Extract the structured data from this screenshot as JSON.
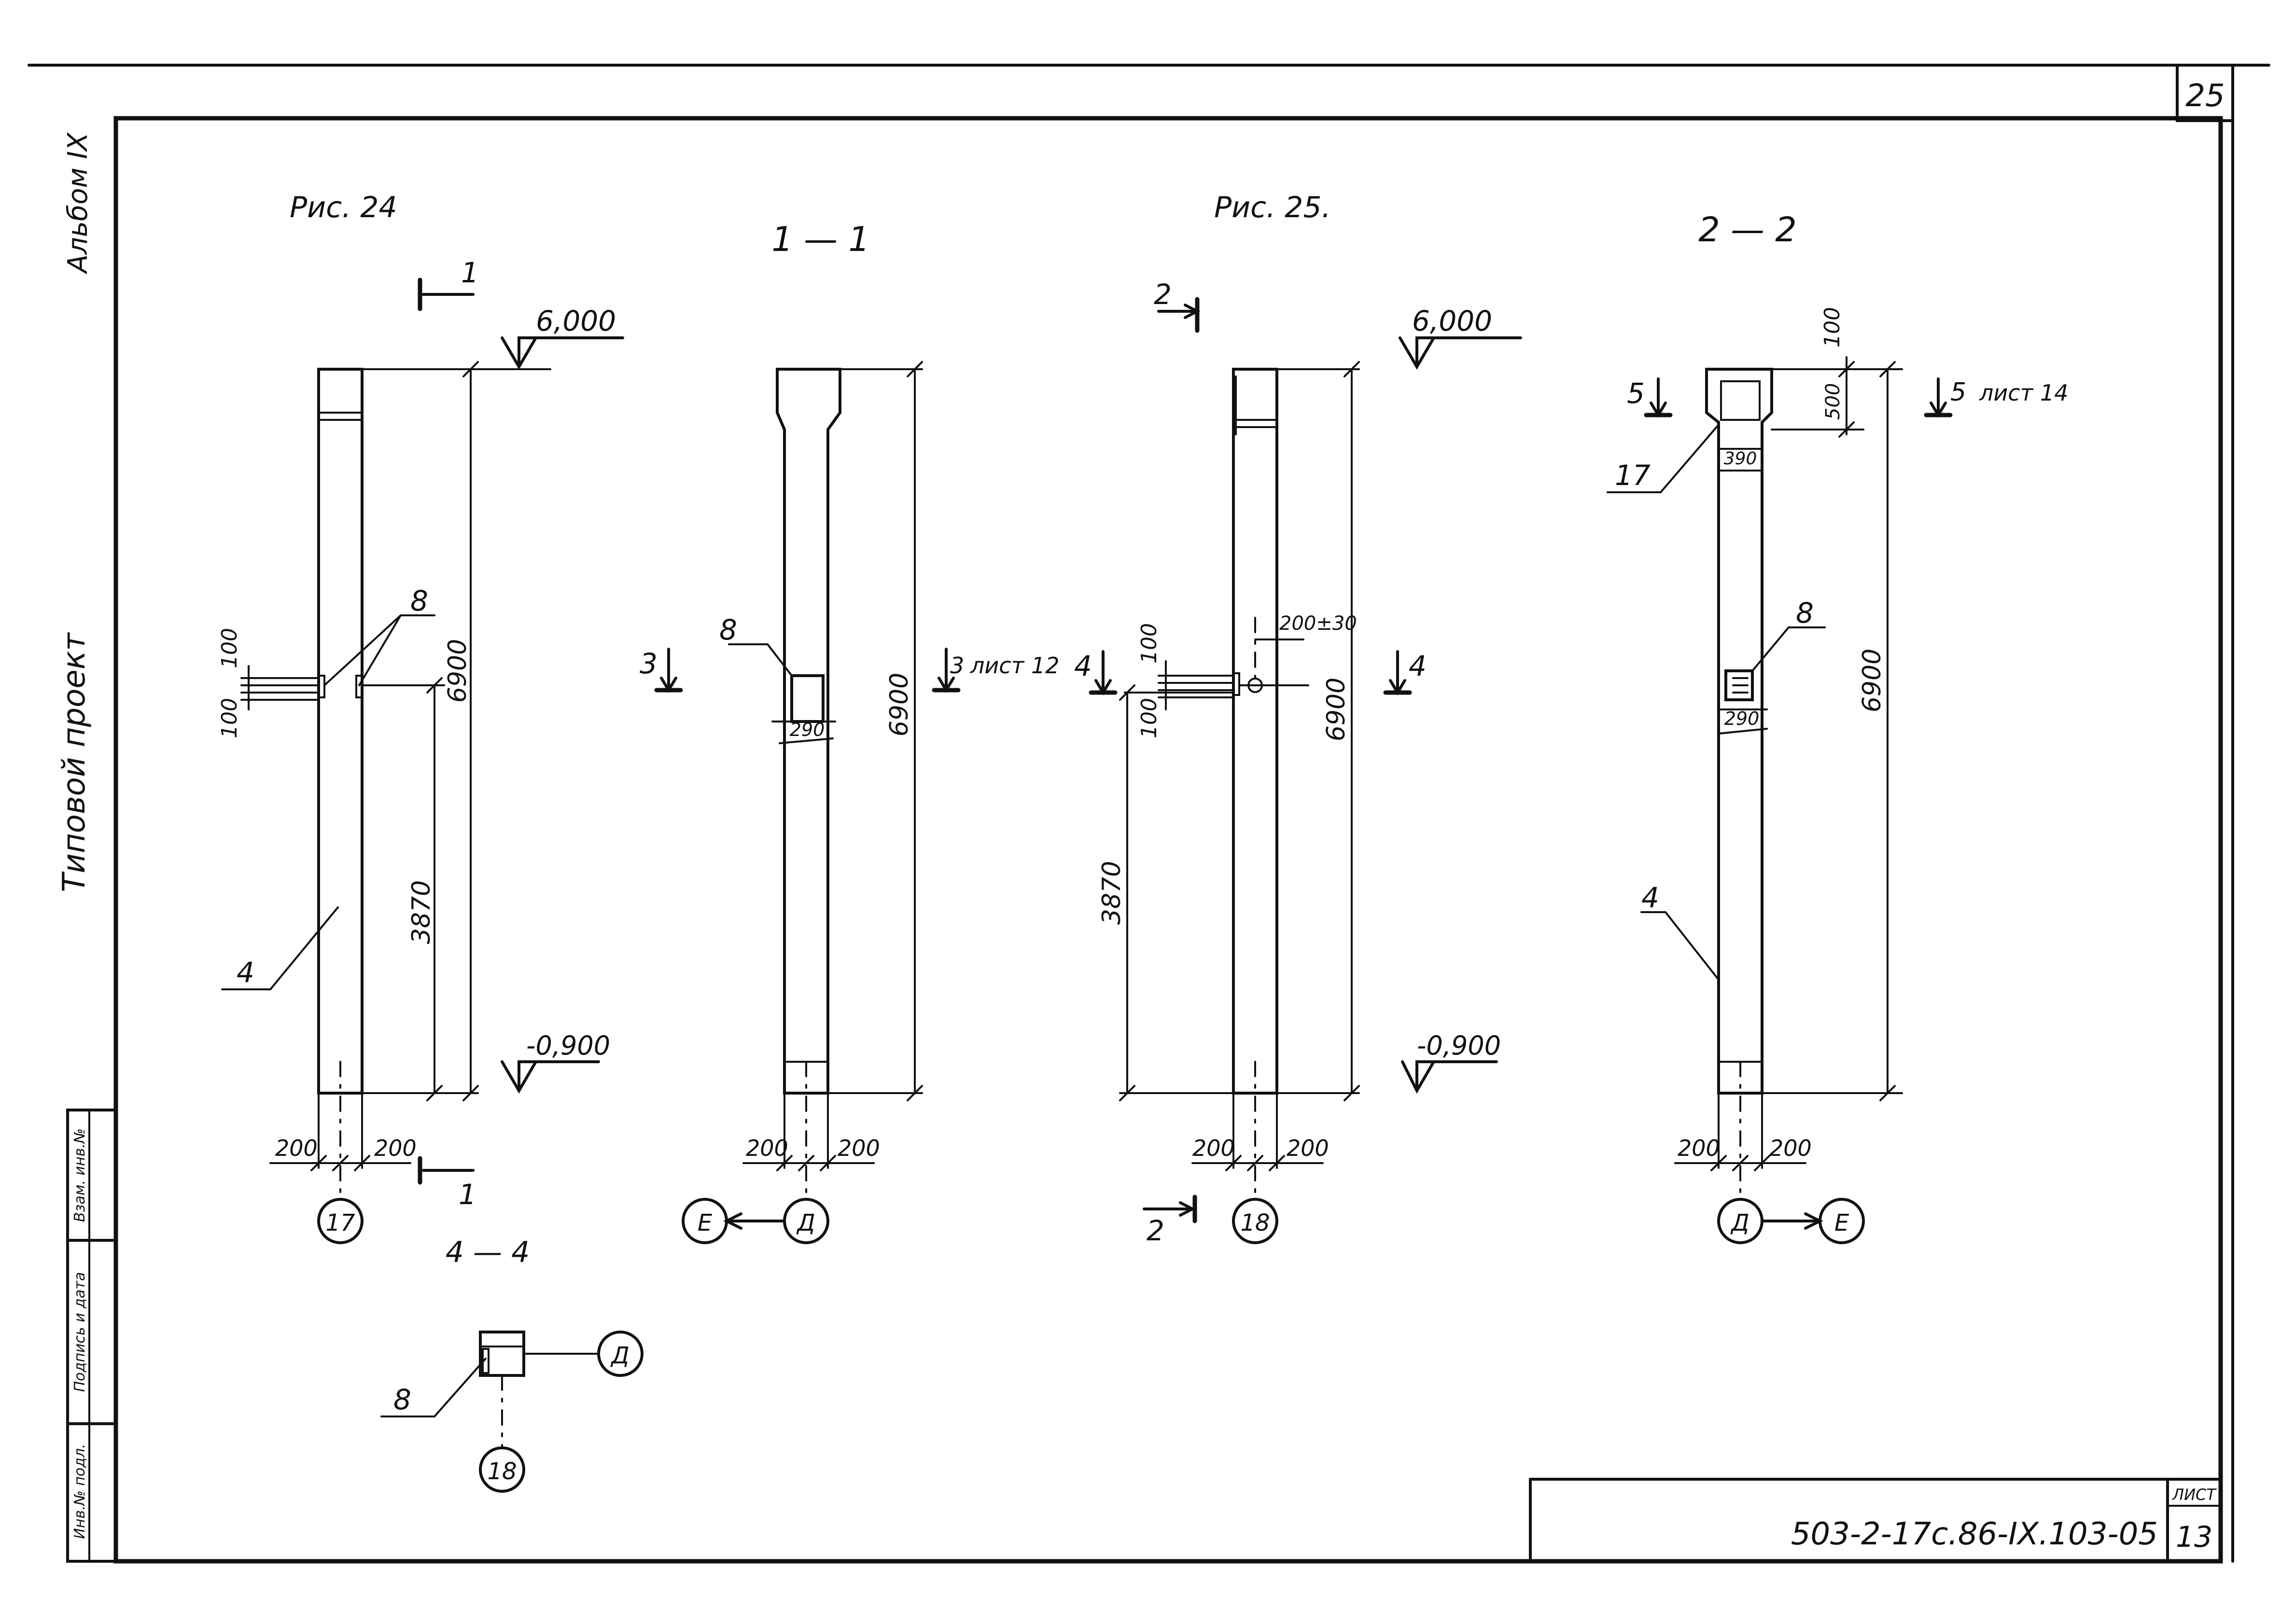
{
  "sheet": {
    "page_number": "25",
    "sheet_label": "ЛИСТ",
    "sheet_number": "13",
    "code": "503-2-17с.86-IX.103-05"
  },
  "side": {
    "album": "Альбом IX",
    "project": "Типовой проект",
    "stamp_cells": [
      "Инв.№ подл.",
      "Подпись и дата",
      "Взам. инв.№"
    ]
  },
  "fig24": {
    "title": "Рис. 24",
    "section_mark_top": "1",
    "section_mark_bottom": "1",
    "elev_top": "6,000",
    "elev_bottom": "-0,900",
    "dim_total": "6900",
    "dim_lower": "3870",
    "dim_100_top": "100",
    "dim_100_bottom": "100",
    "callout_8": "8",
    "callout_4": "4",
    "dim_left": "200",
    "dim_right": "200",
    "axis": "17"
  },
  "sec11": {
    "title": "1 — 1",
    "callout_8": "8",
    "dim_290": "290",
    "dim_total": "6900",
    "mark_3_left": "3",
    "mark_3_right": "3",
    "sheet_ref": "лист 12",
    "dim_left": "200",
    "dim_right": "200",
    "axis_left": "Е",
    "axis_right": "Д"
  },
  "fig25": {
    "title": "Рис. 25.",
    "section_mark_top": "2",
    "section_mark_bottom": "2",
    "elev_top": "6,000",
    "elev_bottom": "-0,900",
    "dim_total": "6900",
    "dim_lower": "3870",
    "dim_offset": "200±30",
    "dim_100_top": "100",
    "dim_100_bottom": "100",
    "mark_4_left": "4",
    "mark_4_right": "4",
    "dim_left": "200",
    "dim_right": "200",
    "axis": "18"
  },
  "sec22": {
    "title": "2 — 2",
    "dim_100": "100",
    "dim_500": "500",
    "dim_390": "390",
    "mark_5_left": "5",
    "mark_5_right": "5",
    "sheet_ref": "лист 14",
    "callout_17": "17",
    "callout_8": "8",
    "dim_290": "290",
    "dim_total": "6900",
    "callout_4": "4",
    "dim_left": "200",
    "dim_right": "200",
    "axis_left": "Д",
    "axis_right": "Е"
  },
  "sec44": {
    "title": "4 — 4",
    "callout_8": "8",
    "axis_right": "Д",
    "axis_bottom": "18"
  }
}
